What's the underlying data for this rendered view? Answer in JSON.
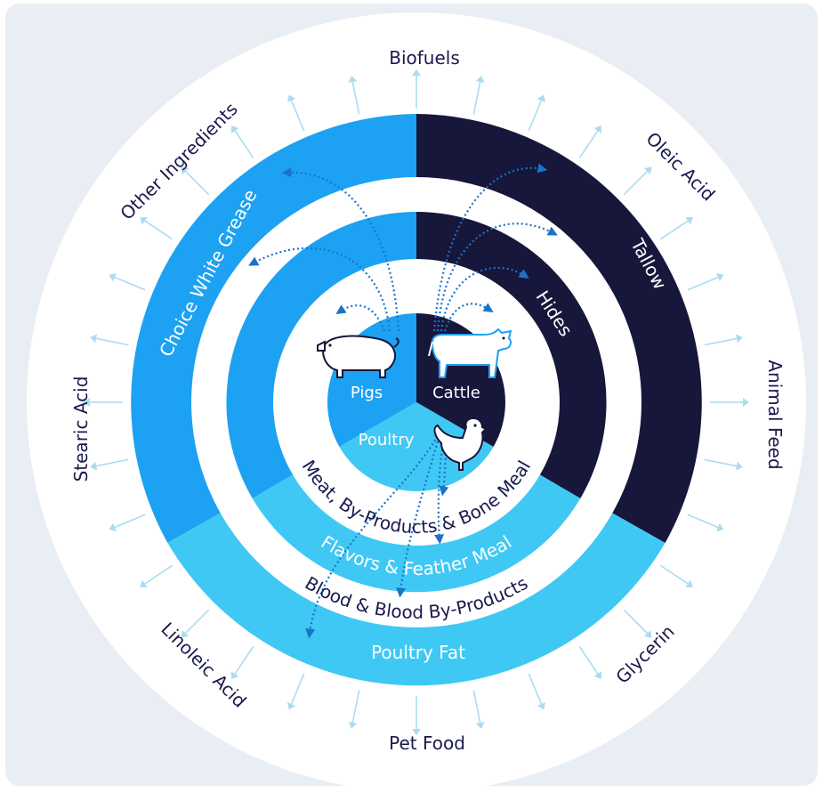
{
  "colors": {
    "background": "#e9edf4",
    "white": "#ffffff",
    "pig_blue": "#1da1f2",
    "cattle_navy": "#17163b",
    "poultry_light": "#40c8f4",
    "arrow_light": "#a9dcf3",
    "text_navy": "#1a1a4e",
    "dotted_blue": "#1a73c8"
  },
  "core": {
    "pigs": "Pigs",
    "cattle": "Cattle",
    "poultry": "Poultry"
  },
  "inner_ring": {
    "meat": "Meat, By-Products & Bone Meal",
    "hides": "Hides",
    "flavors": "Flavors & Feather Meal"
  },
  "middle_ring": {
    "choice_white_grease": "Choice White Grease",
    "tallow": "Tallow",
    "blood": "Blood & Blood By-Products",
    "poultry_fat": "Poultry Fat"
  },
  "outer_labels": {
    "biofuels": "Biofuels",
    "oleic_acid": "Oleic Acid",
    "animal_feed": "Animal Feed",
    "glycerin": "Glycerin",
    "pet_food": "Pet Food",
    "linoleic_acid": "Linoleic Acid",
    "stearic_acid": "Stearic Acid",
    "other_ingredients": "Other Ingredients"
  },
  "icons": {
    "pig": "pig-icon",
    "cow": "cow-icon",
    "chicken": "chicken-icon",
    "arrow": "arrow-icon"
  }
}
